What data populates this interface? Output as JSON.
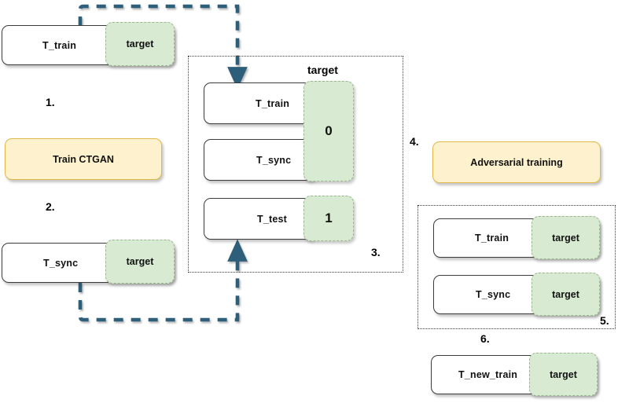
{
  "diagram": {
    "title_labels": {
      "middle_group_header": "target"
    },
    "step_numbers": {
      "s1": "1.",
      "s2": "2.",
      "s3": "3.",
      "s4": "4.",
      "s5": "5.",
      "s6": "6."
    },
    "colors": {
      "arrow": "#2e5f7a",
      "green_fill": "#d9ead3",
      "green_border": "#9ab88e",
      "yellow_fill": "#fdf2cd",
      "yellow_border": "#e0b94a",
      "box_border": "#3b3b3b",
      "group_border": "#3a3a3a"
    },
    "nodes": {
      "top_left_table": {
        "name": "T_train",
        "target_label": "target"
      },
      "train_ctgan": {
        "label": "Train CTGAN"
      },
      "left_sync_table": {
        "name": "T_sync",
        "target_label": "target"
      },
      "combined_group": {
        "header": "target",
        "rows": [
          {
            "name": "T_train",
            "target_value": "0"
          },
          {
            "name": "T_sync",
            "target_value": "0"
          },
          {
            "name": "T_test",
            "target_value": "1"
          }
        ],
        "group_number": "3."
      },
      "adversarial_training": {
        "label": "Adversarial training"
      },
      "right_group": {
        "rows": [
          {
            "name": "T_train",
            "target_label": "target"
          },
          {
            "name": "T_sync",
            "target_label": "target"
          }
        ],
        "group_number": "5."
      },
      "new_train_table": {
        "name": "T_new_train",
        "target_label": "target"
      }
    }
  }
}
